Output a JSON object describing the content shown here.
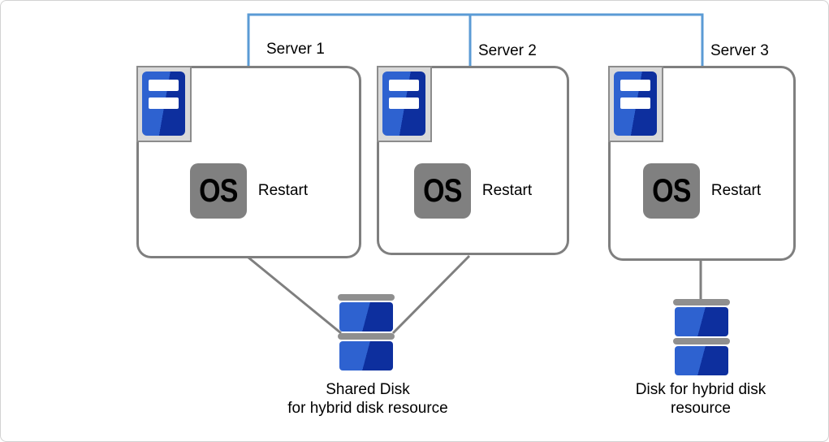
{
  "diagram": {
    "servers": [
      {
        "label": "Server 1",
        "os": "OS",
        "action": "Restart"
      },
      {
        "label": "Server 2",
        "os": "OS",
        "action": "Restart"
      },
      {
        "label": "Server 3",
        "os": "OS",
        "action": "Restart"
      }
    ],
    "disks": [
      {
        "caption_line1": "Shared Disk",
        "caption_line2": "for hybrid disk resource"
      },
      {
        "caption_line1": "Disk for hybrid disk",
        "caption_line2": "resource"
      }
    ],
    "colors": {
      "interconnect_blue": "#5B9BD5",
      "connector_gray": "#7F7F7F",
      "box_border_gray": "#7F7F7F",
      "os_badge_gray": "#808080",
      "disk_blue_light": "#2E62D0",
      "disk_blue_dark": "#0D2F9E",
      "icon_frame_gray": "#D9D9D9"
    }
  }
}
